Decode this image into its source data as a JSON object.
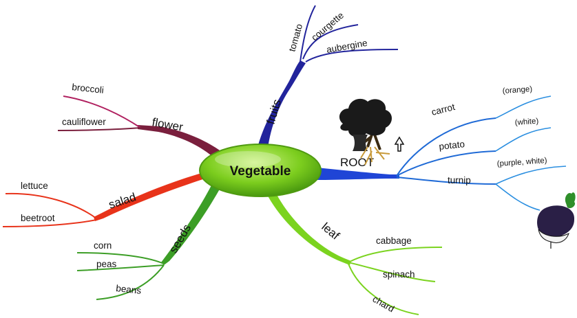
{
  "center": {
    "label": "Vegetable",
    "color": "#7ccd1e"
  },
  "branches": {
    "fruits": {
      "label": "fruits",
      "color": "#22249c",
      "items": [
        "tomato",
        "courgette",
        "aubergine"
      ]
    },
    "flower": {
      "label": "flower",
      "color": "#7a1f3d",
      "items": [
        "broccoli",
        "cauliflower"
      ]
    },
    "salad": {
      "label": "salad",
      "color": "#e8331a",
      "items": [
        "lettuce",
        "beetroot"
      ]
    },
    "seeds": {
      "label": "seeds",
      "color": "#3c9e26",
      "items": [
        "corn",
        "peas",
        "beans"
      ]
    },
    "leaf": {
      "label": "leaf",
      "color": "#7bd31f",
      "items": [
        "cabbage",
        "spinach",
        "chard"
      ]
    },
    "root": {
      "label": "ROOT",
      "color": "#1f45d6",
      "items": [
        {
          "name": "carrot",
          "note": "(orange)"
        },
        {
          "name": "potato",
          "note": "(white)"
        },
        {
          "name": "turnip",
          "note": "(purple, white)"
        }
      ]
    }
  },
  "icons": [
    "tree-with-roots-icon",
    "turnip-icon"
  ]
}
